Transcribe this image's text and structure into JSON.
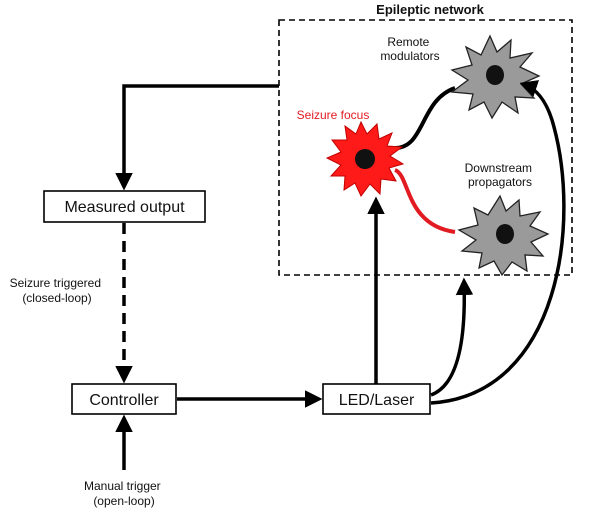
{
  "network": {
    "title": "Epileptic network",
    "remote_modulators": [
      "Remote",
      "modulators"
    ],
    "seizure_focus": "Seizure focus",
    "downstream_propagators": [
      "Downstream",
      "propagators"
    ]
  },
  "boxes": {
    "measured_output": "Measured output",
    "controller": "Controller",
    "led_laser": "LED/Laser"
  },
  "labels": {
    "seizure_triggered": [
      "Seizure triggered",
      "(closed-loop)"
    ],
    "manual_trigger": [
      "Manual trigger",
      "(open-loop)"
    ]
  },
  "colors": {
    "focus": "#ff1a1a",
    "focus_line": "#e21b22",
    "neuron_gray": "#9a9a9a",
    "nucleus": "#111111",
    "line": "#000000"
  }
}
